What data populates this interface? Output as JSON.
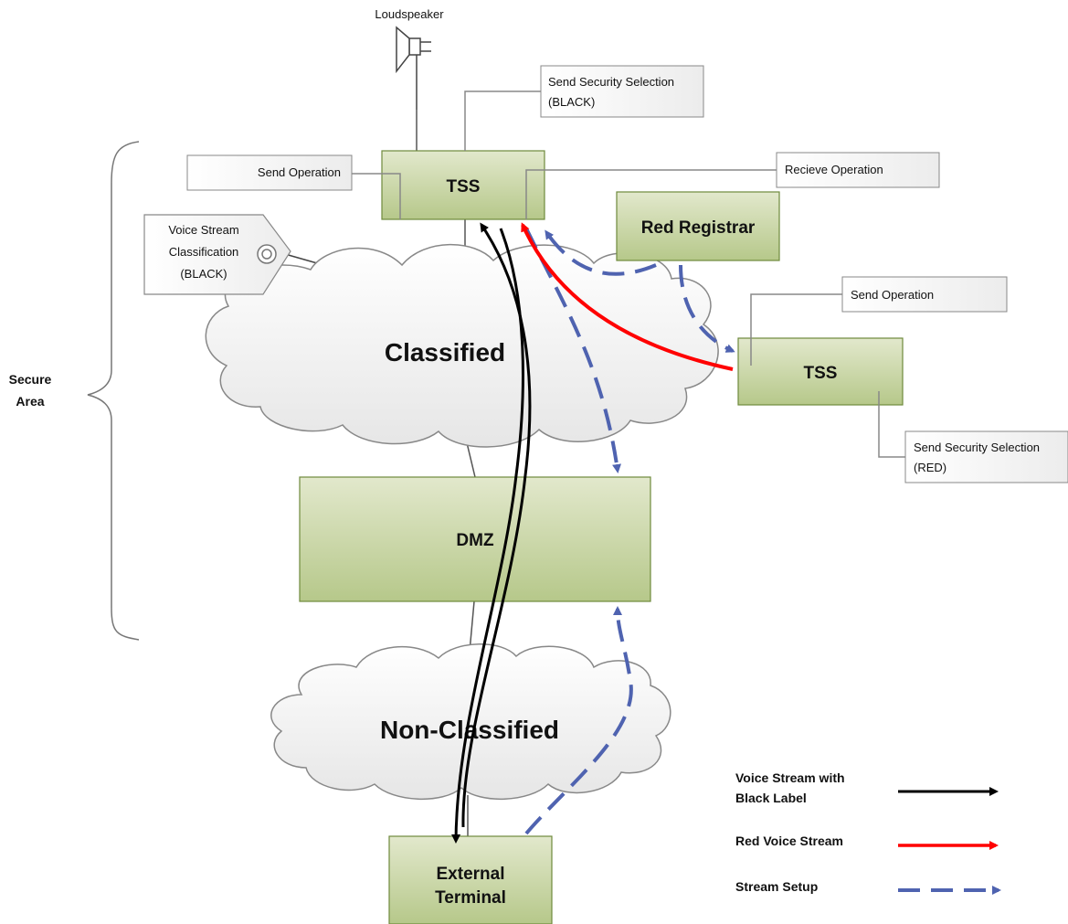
{
  "nodes": {
    "tss_top": "TSS",
    "tss_right": "TSS",
    "red_registrar": "Red Registrar",
    "dmz": "DMZ",
    "external_terminal_line1": "External",
    "external_terminal_line2": "Terminal"
  },
  "clouds": {
    "classified": "Classified",
    "non_classified": "Non-Classified"
  },
  "loudspeaker_label": "Loudspeaker",
  "callouts": {
    "send_security_selection_black_line1": "Send Security Selection",
    "send_security_selection_black_line2": "(BLACK)",
    "send_operation_top": "Send Operation",
    "recieve_operation": "Recieve Operation",
    "send_operation_right": "Send Operation",
    "send_security_selection_red_line1": "Send Security Selection",
    "send_security_selection_red_line2": "(RED)"
  },
  "tag": {
    "line1": "Voice Stream",
    "line2": "Classification",
    "line3": "(BLACK)"
  },
  "secure_area": {
    "line1": "Secure",
    "line2": "Area"
  },
  "legend": {
    "black_line1": "Voice Stream with",
    "black_line2": "Black Label",
    "red": "Red Voice Stream",
    "setup": "Stream Setup"
  },
  "colors": {
    "box_fill_top": "#e2e8cc",
    "box_fill_bottom": "#b6c88a",
    "box_stroke": "#6f8a3c",
    "voice_black": "#000000",
    "voice_red": "#ff0000",
    "stream_setup": "#4f63b0"
  }
}
